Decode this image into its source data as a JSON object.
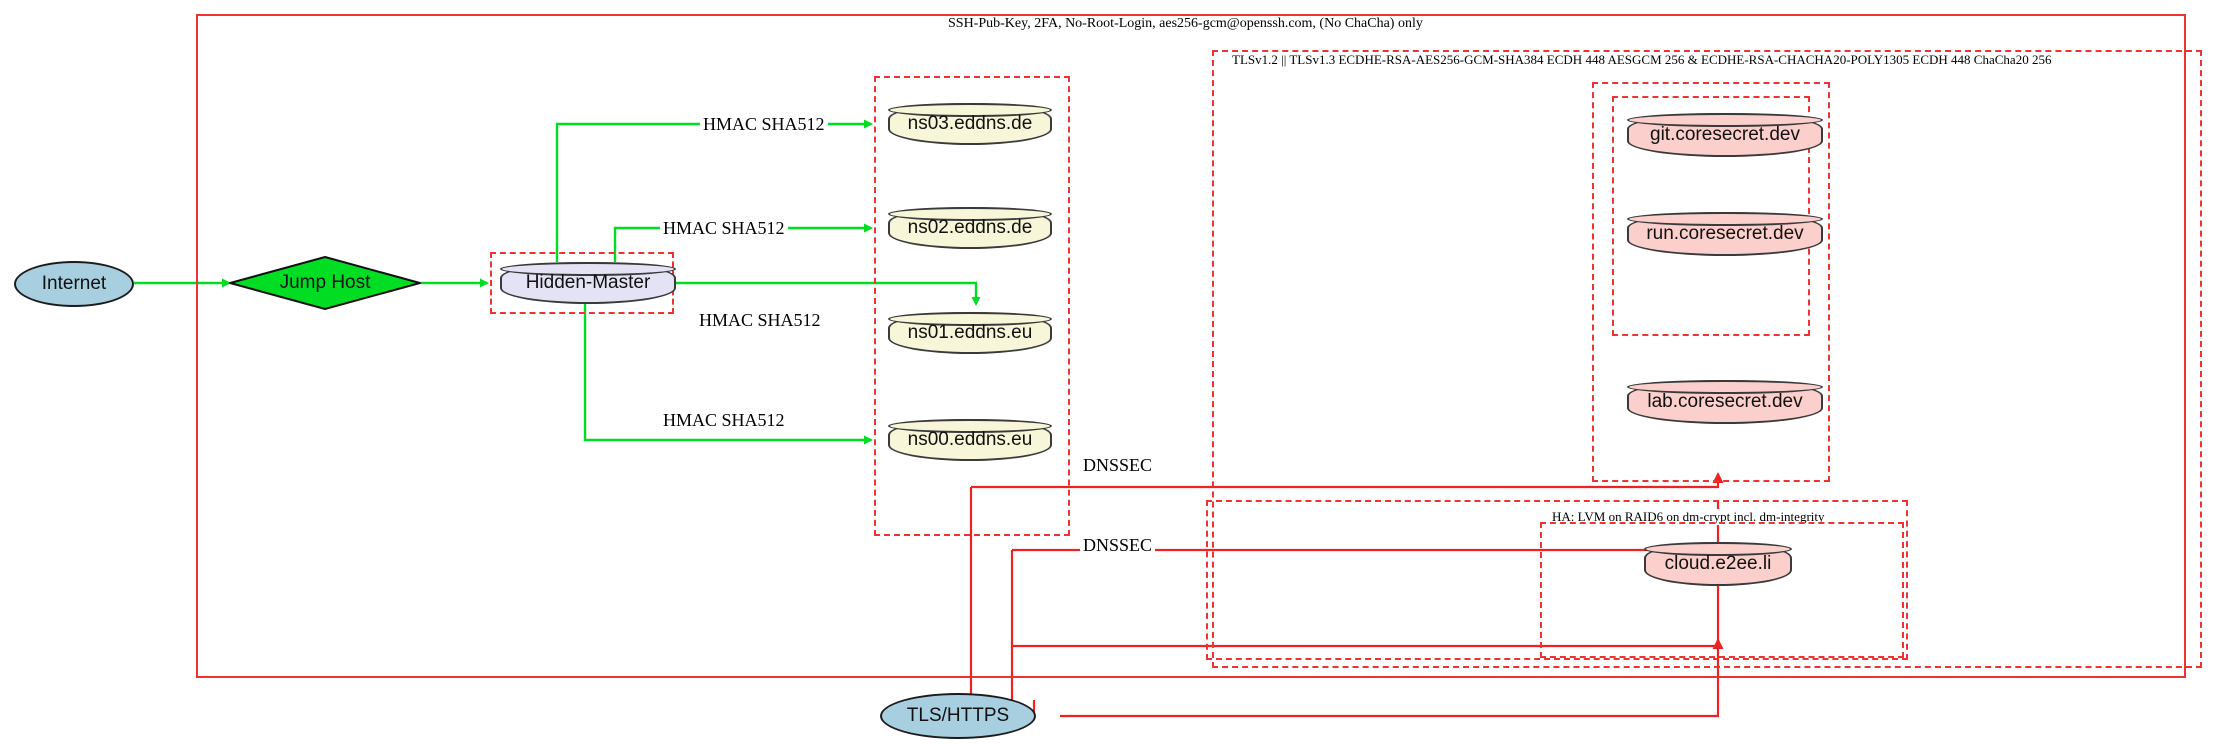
{
  "diagram": {
    "title_label": "SSH-Pub-Key, 2FA, No-Root-Login, aes256-gcm@openssh.com, (No ChaCha) only",
    "tls_label": "TLSv1.2 || TLSv1.3 ECDHE-RSA-AES256-GCM-SHA384 ECDH 448 AESGCM 256 & ECDHE-RSA-CHACHA20-POLY1305 ECDH 448 ChaCha20 256",
    "ha_label": "HA: LVM on RAID6 on dm-crypt incl. dm-integrity"
  },
  "nodes": {
    "internet": "Internet",
    "jump_host": "Jump Host",
    "hidden_master": "Hidden-Master",
    "ns03": "ns03.eddns.de",
    "ns02": "ns02.eddns.de",
    "ns01": "ns01.eddns.eu",
    "ns00": "ns00.eddns.eu",
    "git": "git.coresecret.dev",
    "run": "run.coresecret.dev",
    "lab": "lab.coresecret.dev",
    "cloud": "cloud.e2ee.li",
    "tls_https": "TLS/HTTPS"
  },
  "edges": {
    "hmac_ns03": "HMAC SHA512",
    "hmac_ns02": "HMAC SHA512",
    "hmac_ns01": "HMAC SHA512",
    "hmac_ns00": "HMAC SHA512",
    "dnssec_upper": "DNSSEC",
    "dnssec_lower": "DNSSEC"
  },
  "colors": {
    "edge_green": "#00dd22",
    "edge_red": "#ee2222",
    "border_red": "#ee3333",
    "node_blue": "#a8cfdf",
    "node_green": "#00dd22",
    "node_lavender": "#e4e2f5",
    "node_yellow": "#f7f6d8",
    "node_pink": "#fbcfcc"
  }
}
